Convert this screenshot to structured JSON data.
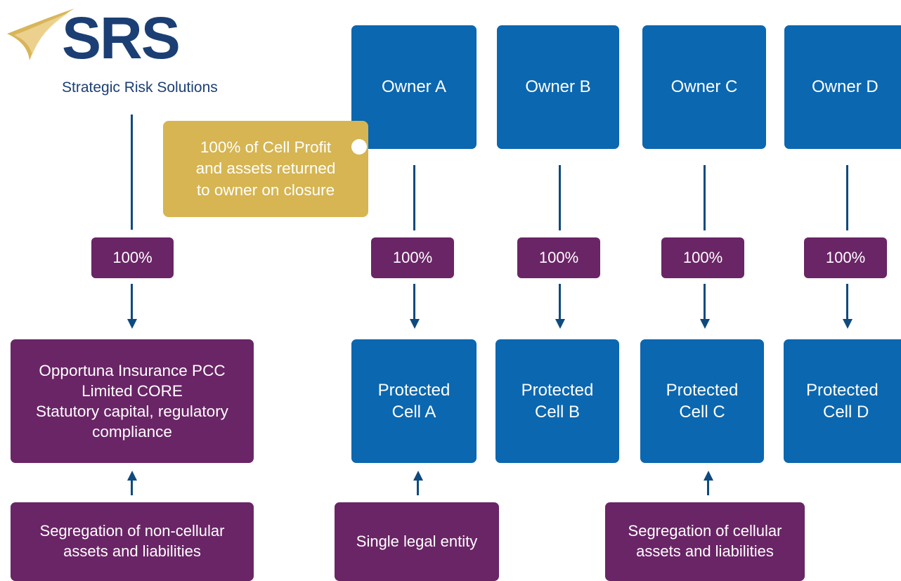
{
  "logo": {
    "wordmark": "SRS",
    "tagline": "Strategic Risk Solutions"
  },
  "owners": [
    "Owner A",
    "Owner B",
    "Owner C",
    "Owner D"
  ],
  "percentages": {
    "core": "100%",
    "a": "100%",
    "b": "100%",
    "c": "100%",
    "d": "100%"
  },
  "callout": {
    "line1": "100% of Cell Profit",
    "line2": "and assets returned",
    "line3": "to owner on closure"
  },
  "core": {
    "line1": "Opportuna Insurance PCC",
    "line2": "Limited CORE",
    "line3": "Statutory capital, regulatory",
    "line4": "compliance"
  },
  "cells": [
    {
      "line1": "Protected",
      "line2": "Cell A"
    },
    {
      "line1": "Protected",
      "line2": "Cell B"
    },
    {
      "line1": "Protected",
      "line2": "Cell C"
    },
    {
      "line1": "Protected",
      "line2": "Cell D"
    }
  ],
  "notes": {
    "non_cellular": {
      "line1": "Segregation of non-cellular",
      "line2": "assets and liabilities"
    },
    "single_entity": {
      "line1": "Single legal entity"
    },
    "cellular": {
      "line1": "Segregation of cellular",
      "line2": "assets and liabilities"
    }
  },
  "colors": {
    "blue": "#0b67b0",
    "purple": "#6a2566",
    "gold": "#d6b552",
    "navy": "#1b3f74",
    "line": "#0e4a7e"
  }
}
